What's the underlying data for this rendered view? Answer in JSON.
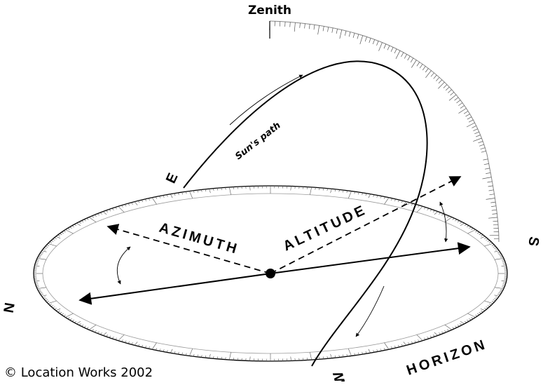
{
  "labels": {
    "zenith": "Zenith",
    "suns_path": "Sun's path",
    "azimuth": "AZIMUTH",
    "altitude": "ALTITUDE",
    "horizon": "HORIZON",
    "north": "N",
    "south": "S",
    "east": "E",
    "west": "W",
    "copyright": "© Location Works 2002"
  },
  "colors": {
    "ink": "#000000",
    "background": "#ffffff"
  }
}
